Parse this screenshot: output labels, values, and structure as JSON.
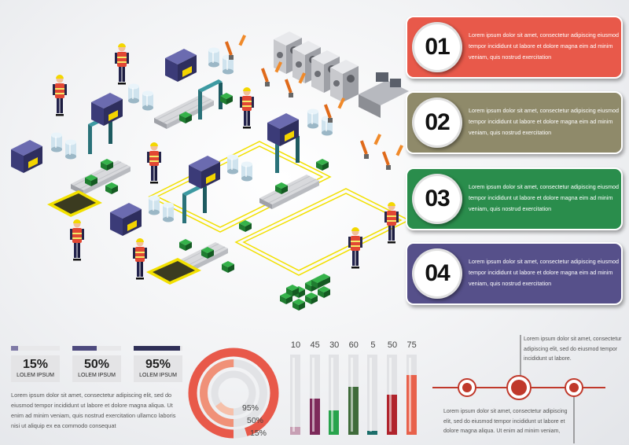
{
  "colors": {
    "red": "#e8594a",
    "olive": "#8f8a6a",
    "green": "#2a8d4c",
    "purple": "#56508a",
    "yellow": "#f2e000",
    "dark_navy": "#2f2f57"
  },
  "banners": [
    {
      "number": "01",
      "text": "Lorem ipsum dolor sit amet, consectetur adipiscing eiusmod tempor incididunt ut labore et dolore magna eim ad minim veniam, quis nostrud exercitation",
      "color": "#e8594a"
    },
    {
      "number": "02",
      "text": "Lorem ipsum dolor sit amet, consectetur adipiscing eiusmod tempor incididunt ut labore et dolore magna eim ad minim veniam, quis nostrud exercitation",
      "color": "#8f8a6a"
    },
    {
      "number": "03",
      "text": "Lorem ipsum dolor sit amet, consectetur adipiscing eiusmod tempor incididunt ut labore et dolore magna eim ad minim veniam, quis nostrud exercitation",
      "color": "#2a8d4c"
    },
    {
      "number": "04",
      "text": "Lorem ipsum dolor sit amet, consectetur adipiscing eiusmod tempor incididunt ut labore et dolore magna eim ad minim veniam, quis nostrud exercitation",
      "color": "#56508a"
    }
  ],
  "stats": [
    {
      "pct": "15%",
      "label": "LOLEM IPSUM",
      "level": 0.15,
      "color": "#7f7aa6"
    },
    {
      "pct": "50%",
      "label": "LOLEM IPSUM",
      "level": 0.5,
      "color": "#4e4a7e"
    },
    {
      "pct": "95%",
      "label": "LOLEM IPSUM",
      "level": 0.95,
      "color": "#2f2f57"
    }
  ],
  "stats_text": "Lorem ipsum dolor sit amet, consectetur adipiscing elit, sed do eiusmod tempor incididunt ut labore et dolore magna aliqua. Ut enim ad minim veniam, quis nostrud exercitation ullamco laboris nisi ut aliquip ex ea commodo consequat",
  "donut": {
    "labels": [
      "95%",
      "50%",
      "15%"
    ],
    "values": [
      0.95,
      0.5,
      0.15
    ],
    "colors": [
      "#e8594a",
      "#f09178",
      "#f6c0aa"
    ]
  },
  "columns": [
    {
      "label": "10",
      "value": 10,
      "color": "#c79fb4"
    },
    {
      "label": "45",
      "value": 45,
      "color": "#7d2a5a"
    },
    {
      "label": "30",
      "value": 30,
      "color": "#28a34c"
    },
    {
      "label": "60",
      "value": 60,
      "color": "#3f6b3a"
    },
    {
      "label": "5",
      "value": 5,
      "color": "#1b6e6a"
    },
    {
      "label": "50",
      "value": 50,
      "color": "#b0232c"
    },
    {
      "label": "75",
      "value": 75,
      "color": "#e8614b"
    }
  ],
  "timeline": {
    "top_text": "Lorem ipsum dolor sit amet, consectetur adipiscing elit, sed do eiusmod tempor incididunt ut labore.",
    "bottom_text": "Lorem ipsum dolor sit amet, consectetur adipiscing elit, sed do eiusmod tempor incididunt ut labore et dolore magna aliqua. Ut enim ad minim veniam,"
  }
}
